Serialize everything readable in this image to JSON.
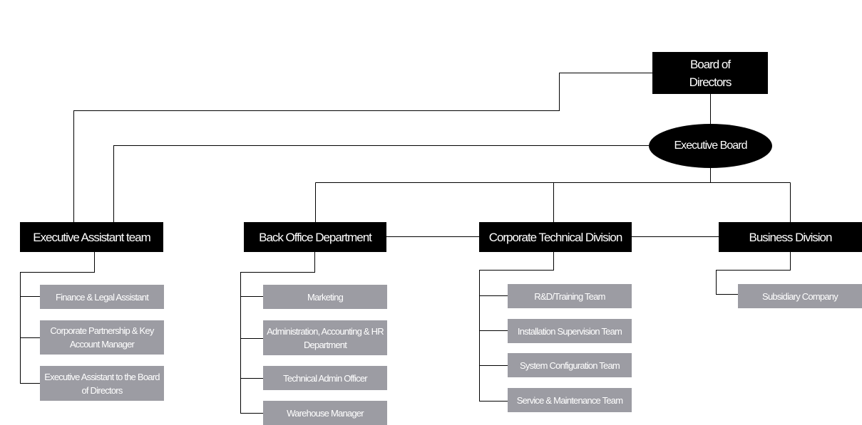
{
  "chart": {
    "board": "Board of Directors",
    "executive_board": "Executive Board",
    "divisions": {
      "executive_assistant": {
        "title": "Executive Assistant team",
        "items": [
          "Finance & Legal Assistant",
          "Corporate Partnership & Key Account Manager",
          "Executive Assistant to the Board of Directors"
        ]
      },
      "back_office": {
        "title": "Back Office Department",
        "items": [
          "Marketing",
          "Administration, Accounting & HR Department",
          "Technical Admin Officer",
          "Warehouse Manager"
        ]
      },
      "technical": {
        "title": "Corporate Technical Division",
        "items": [
          "R&D/Training Team",
          "Installation Supervision Team",
          "System Configuration Team",
          "Service & Maintenance Team"
        ]
      },
      "business": {
        "title": "Business Division",
        "items": [
          "Subsidiary Company"
        ]
      }
    }
  },
  "colors": {
    "primary": "#000000",
    "sub": "#9c9ca3",
    "text": "#ffffff"
  }
}
